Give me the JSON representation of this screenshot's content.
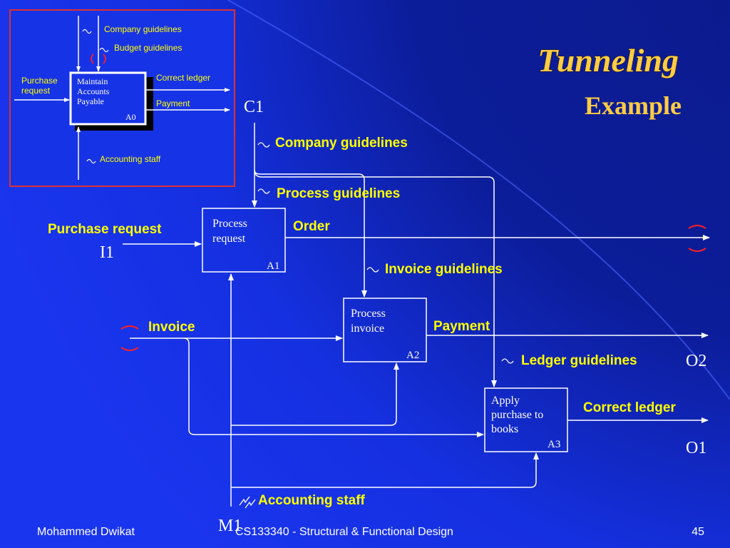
{
  "title": "Tunneling",
  "subtitle": "Example",
  "footer": {
    "author": "Mohammed Dwikat",
    "course": "CS133340 - Structural & Functional Design",
    "page": "45"
  },
  "inset": {
    "control_1": "Company guidelines",
    "control_2": "Budget guidelines",
    "input": "Purchase request",
    "input_line1": "Purchase",
    "input_line2": "request",
    "box_line1": "Maintain",
    "box_line2": "Accounts",
    "box_line3": "Payable",
    "box_id": "A0",
    "output_1": "Correct ledger",
    "output_2": "Payment",
    "mechanism": "Accounting staff"
  },
  "diagram": {
    "c1": "C1",
    "i1": "I1",
    "o1": "O1",
    "o2": "O2",
    "m1": "M1",
    "company_guidelines": "Company guidelines",
    "process_guidelines": "Process guidelines",
    "purchase_request": "Purchase request",
    "order": "Order",
    "invoice_guidelines": "Invoice guidelines",
    "invoice": "Invoice",
    "payment": "Payment",
    "ledger_guidelines": "Ledger guidelines",
    "correct_ledger": "Correct ledger",
    "accounting_staff": "Accounting staff",
    "a1_line1": "Process",
    "a1_line2": "request",
    "a1_id": "A1",
    "a2_line1": "Process",
    "a2_line2": "invoice",
    "a2_id": "A2",
    "a3_line1": "Apply",
    "a3_line2": "purchase to",
    "a3_line3": "books",
    "a3_id": "A3"
  },
  "colors": {
    "label_yellow": "#ffff00",
    "tunnel_red": "#ff2020",
    "line_white": "#ffffff",
    "inset_border": "#e03030",
    "title_gold": "#ffcc44"
  }
}
